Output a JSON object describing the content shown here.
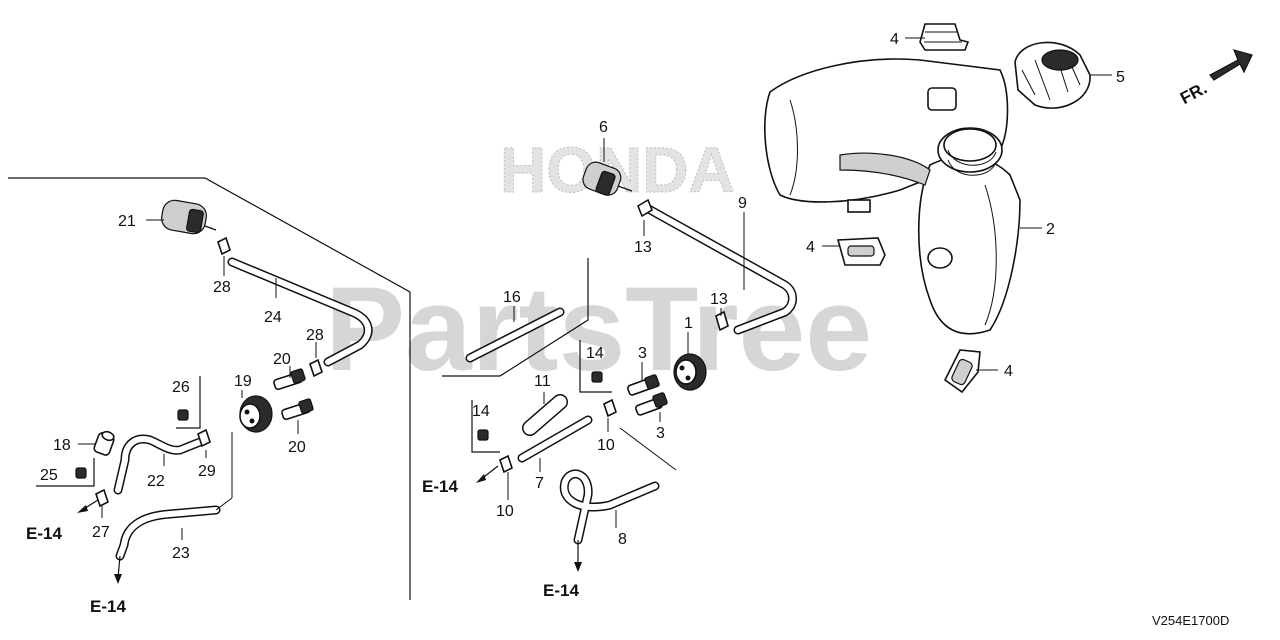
{
  "diagram": {
    "watermark_main": "PartsTree",
    "watermark_brand": "HONDA",
    "direction_label": "FR.",
    "reference_code": "V254E1700D",
    "ref_labels": [
      "E-14",
      "E-14",
      "E-14",
      "E-14"
    ],
    "part_labels": {
      "p1": "1",
      "p2": "2",
      "p3a": "3",
      "p3b": "3",
      "p4a": "4",
      "p4b": "4",
      "p4c": "4",
      "p5": "5",
      "p6": "6",
      "p7": "7",
      "p8": "8",
      "p9": "9",
      "p10a": "10",
      "p10b": "10",
      "p11": "11",
      "p13a": "13",
      "p13b": "13",
      "p14a": "14",
      "p14b": "14",
      "p16": "16",
      "p18": "18",
      "p19": "19",
      "p20a": "20",
      "p20b": "20",
      "p21": "21",
      "p22": "22",
      "p23": "23",
      "p24": "24",
      "p25": "25",
      "p26": "26",
      "p27": "27",
      "p28a": "28",
      "p28b": "28",
      "p29": "29"
    }
  }
}
